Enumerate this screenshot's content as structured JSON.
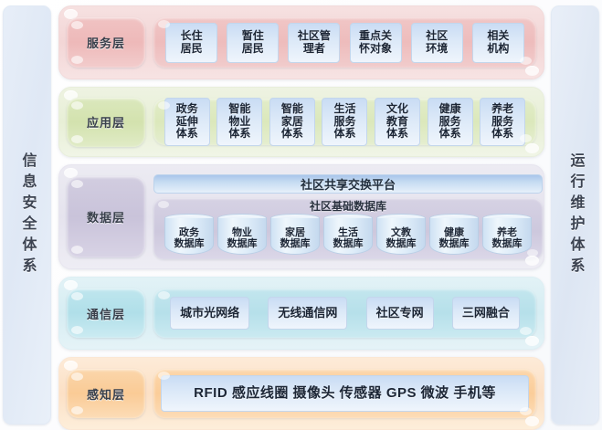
{
  "sides": {
    "left": {
      "label": "信息安全体系"
    },
    "right": {
      "label": "运行维护体系"
    }
  },
  "layers": {
    "service": {
      "title": "服务层",
      "items": [
        {
          "line1": "长住",
          "line2": "居民"
        },
        {
          "line1": "暂住",
          "line2": "居民"
        },
        {
          "line1": "社区管",
          "line2": "理者"
        },
        {
          "line1": "重点关",
          "line2": "怀对象"
        },
        {
          "line1": "社区",
          "line2": "环境"
        },
        {
          "line1": "相关",
          "line2": "机构"
        }
      ]
    },
    "application": {
      "title": "应用层",
      "items": [
        {
          "line1": "政务",
          "line2": "延伸",
          "line3": "体系"
        },
        {
          "line1": "智能",
          "line2": "物业",
          "line3": "体系"
        },
        {
          "line1": "智能",
          "line2": "家居",
          "line3": "体系"
        },
        {
          "line1": "生活",
          "line2": "服务",
          "line3": "体系"
        },
        {
          "line1": "文化",
          "line2": "教育",
          "line3": "体系"
        },
        {
          "line1": "健康",
          "line2": "服务",
          "line3": "体系"
        },
        {
          "line1": "养老",
          "line2": "服务",
          "line3": "体系"
        }
      ]
    },
    "data": {
      "title": "数据层",
      "exchange_platform": "社区共享交换平台",
      "database_group_title": "社区基础数据库",
      "databases": [
        {
          "line1": "政务",
          "line2": "数据库"
        },
        {
          "line1": "物业",
          "line2": "数据库"
        },
        {
          "line1": "家居",
          "line2": "数据库"
        },
        {
          "line1": "生活",
          "line2": "数据库"
        },
        {
          "line1": "文教",
          "line2": "数据库"
        },
        {
          "line1": "健康",
          "line2": "数据库"
        },
        {
          "line1": "养老",
          "line2": "数据库"
        }
      ]
    },
    "communication": {
      "title": "通信层",
      "items": [
        {
          "label": "城市光网络"
        },
        {
          "label": "无线通信网"
        },
        {
          "label": "社区专网"
        },
        {
          "label": "三网融合"
        }
      ]
    },
    "perception": {
      "title": "感知层",
      "items": [
        {
          "label": "RFID 感应线圈 摄像头 传感器 GPS 微波 手机等"
        }
      ]
    }
  },
  "colors": {
    "service": "#eebcbc",
    "application": "#dbe8bb",
    "data": "#c9c3da",
    "communication": "#b6e0ea",
    "perception": "#fbcd99",
    "chip": "#dce9f8",
    "side_panel": "#dfe8f5"
  }
}
